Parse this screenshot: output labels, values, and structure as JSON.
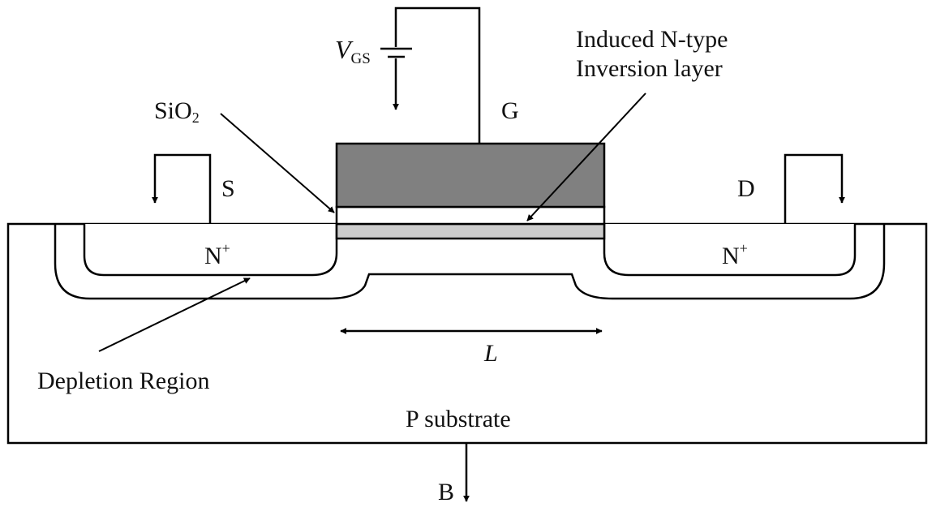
{
  "labels": {
    "vgs_main": "V",
    "vgs_sub": "GS",
    "gate": "G",
    "source": "S",
    "drain": "D",
    "bulk": "B",
    "sio2_main": "SiO",
    "sio2_sub": "2",
    "inversion_line1": "Induced N-type",
    "inversion_line2": "Inversion layer",
    "n_plus_left": "N",
    "n_plus_right": "N",
    "plus": "+",
    "depletion": "Depletion Region",
    "length": "L",
    "substrate": "P substrate"
  },
  "colors": {
    "stroke": "#000000",
    "gate": "#808080",
    "inversion_layer": "#cccccc",
    "oxide": "#ffffff",
    "background": "#ffffff"
  }
}
